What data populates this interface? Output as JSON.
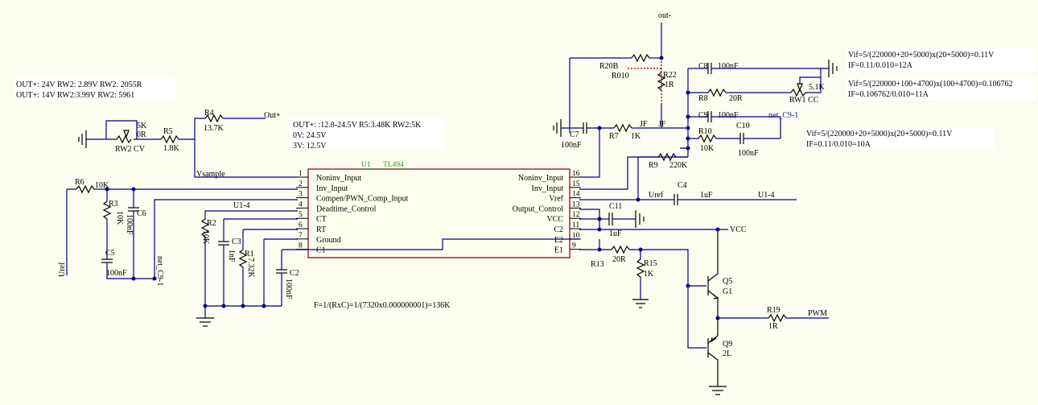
{
  "notes": {
    "left": [
      "OUT+: 24V  RW2: 2.89V RW2: 2055R",
      "OUT+: 14V RW2:3.99V RW2: 5961"
    ],
    "mid": [
      "OUT+: :12.8-24.5V R5:3.48K RW2:5K",
      "0V: 24.5V",
      "3V: 12.5V"
    ],
    "right_top": [
      "Vif=5/(220000+20+5000)x(20+5000)=0.11V",
      "IF=0.11/0.010=12A"
    ],
    "right_mid": [
      "Vif=5/(220000+100+4700)x(100+4700)=0.106762",
      "IF=0.106762/0.010=11A"
    ],
    "right_low": [
      "Vif=5/(220000+20+5000)x(20+5000)=0.11V",
      "IF=0.11/0.010=10A"
    ],
    "freq": "F=1/(RxC)=1/(7320x0.000000001)=136K"
  },
  "chip": {
    "designator": "U1",
    "part": "TL494",
    "left_pins": [
      {
        "num": "1",
        "name": "Noninv_Input"
      },
      {
        "num": "2",
        "name": "Inv_Input"
      },
      {
        "num": "3",
        "name": "Compen/PWN_Comp_Input"
      },
      {
        "num": "4",
        "name": "Deadtime_Control"
      },
      {
        "num": "5",
        "name": "CT"
      },
      {
        "num": "6",
        "name": "RT"
      },
      {
        "num": "7",
        "name": "Ground"
      },
      {
        "num": "8",
        "name": "C1"
      }
    ],
    "right_pins": [
      {
        "num": "16",
        "name": "Noninv_Input"
      },
      {
        "num": "15",
        "name": "Inv_Input"
      },
      {
        "num": "14",
        "name": "Vref"
      },
      {
        "num": "13",
        "name": "Output_Control"
      },
      {
        "num": "12",
        "name": "VCC"
      },
      {
        "num": "11",
        "name": "C2"
      },
      {
        "num": "10",
        "name": "E2"
      },
      {
        "num": "9",
        "name": "E1"
      }
    ]
  },
  "parts": {
    "rw2": {
      "ref": "RW2 CV",
      "v1": "5K",
      "v2": "0R"
    },
    "r5": {
      "ref": "R5",
      "val": "1.8K"
    },
    "r4": {
      "ref": "R4",
      "val": "13.7K"
    },
    "r6": {
      "ref": "R6",
      "val": "10K"
    },
    "r3": {
      "ref": "R3",
      "val": "10K"
    },
    "c6": {
      "ref": "C6",
      "val": "100nF"
    },
    "c5": {
      "ref": "C5",
      "val": "100nF"
    },
    "r2": {
      "ref": "R2",
      "val": "10K"
    },
    "c3": {
      "ref": "C3",
      "val": "1nF"
    },
    "r1": {
      "ref": "R1",
      "val": "7.32K"
    },
    "c2": {
      "ref": "C2",
      "val": "100nF"
    },
    "r20": {
      "ref": "R20B",
      "val": "R010"
    },
    "r22": {
      "ref": "R22",
      "val": "1R"
    },
    "c7": {
      "ref": "C7",
      "val": "100nF"
    },
    "r7": {
      "ref": "R7",
      "val": "1K"
    },
    "c8": {
      "ref": "C8",
      "val": "100nF"
    },
    "r8": {
      "ref": "R8",
      "val": "20R"
    },
    "rw1": {
      "ref": "RW1 CC",
      "val": "5.1K"
    },
    "c9": {
      "ref": "C9",
      "val": "100nF"
    },
    "r10": {
      "ref": "R10",
      "val": "10K"
    },
    "c10": {
      "ref": "C10",
      "val": "100nF"
    },
    "r9": {
      "ref": "R9",
      "val": "220K"
    },
    "c4": {
      "ref": "C4",
      "val": "1uF"
    },
    "c11": {
      "ref": "C11",
      "val": "1uF"
    },
    "r13": {
      "ref": "R13",
      "val": "20R"
    },
    "r15": {
      "ref": "R15",
      "val": "1K"
    },
    "q5": {
      "ref": "Q5",
      "val": "G1"
    },
    "q9": {
      "ref": "Q9",
      "val": "2L"
    },
    "r19": {
      "ref": "R19",
      "val": "1R"
    }
  },
  "nets": {
    "out_plus": "Out+",
    "out_minus": "out-",
    "vsample": "Vsample",
    "uref_left": "Uref",
    "net_c9_left": "net_C9-1",
    "u1_4_left": "U1-4",
    "uref_right": "Uref",
    "u1_4_right": "U1-4",
    "vcc": "VCC",
    "pwm": "PWM",
    "net_c9_top": "net_C9-1",
    "jf1": "JF",
    "jf2": "JF"
  }
}
